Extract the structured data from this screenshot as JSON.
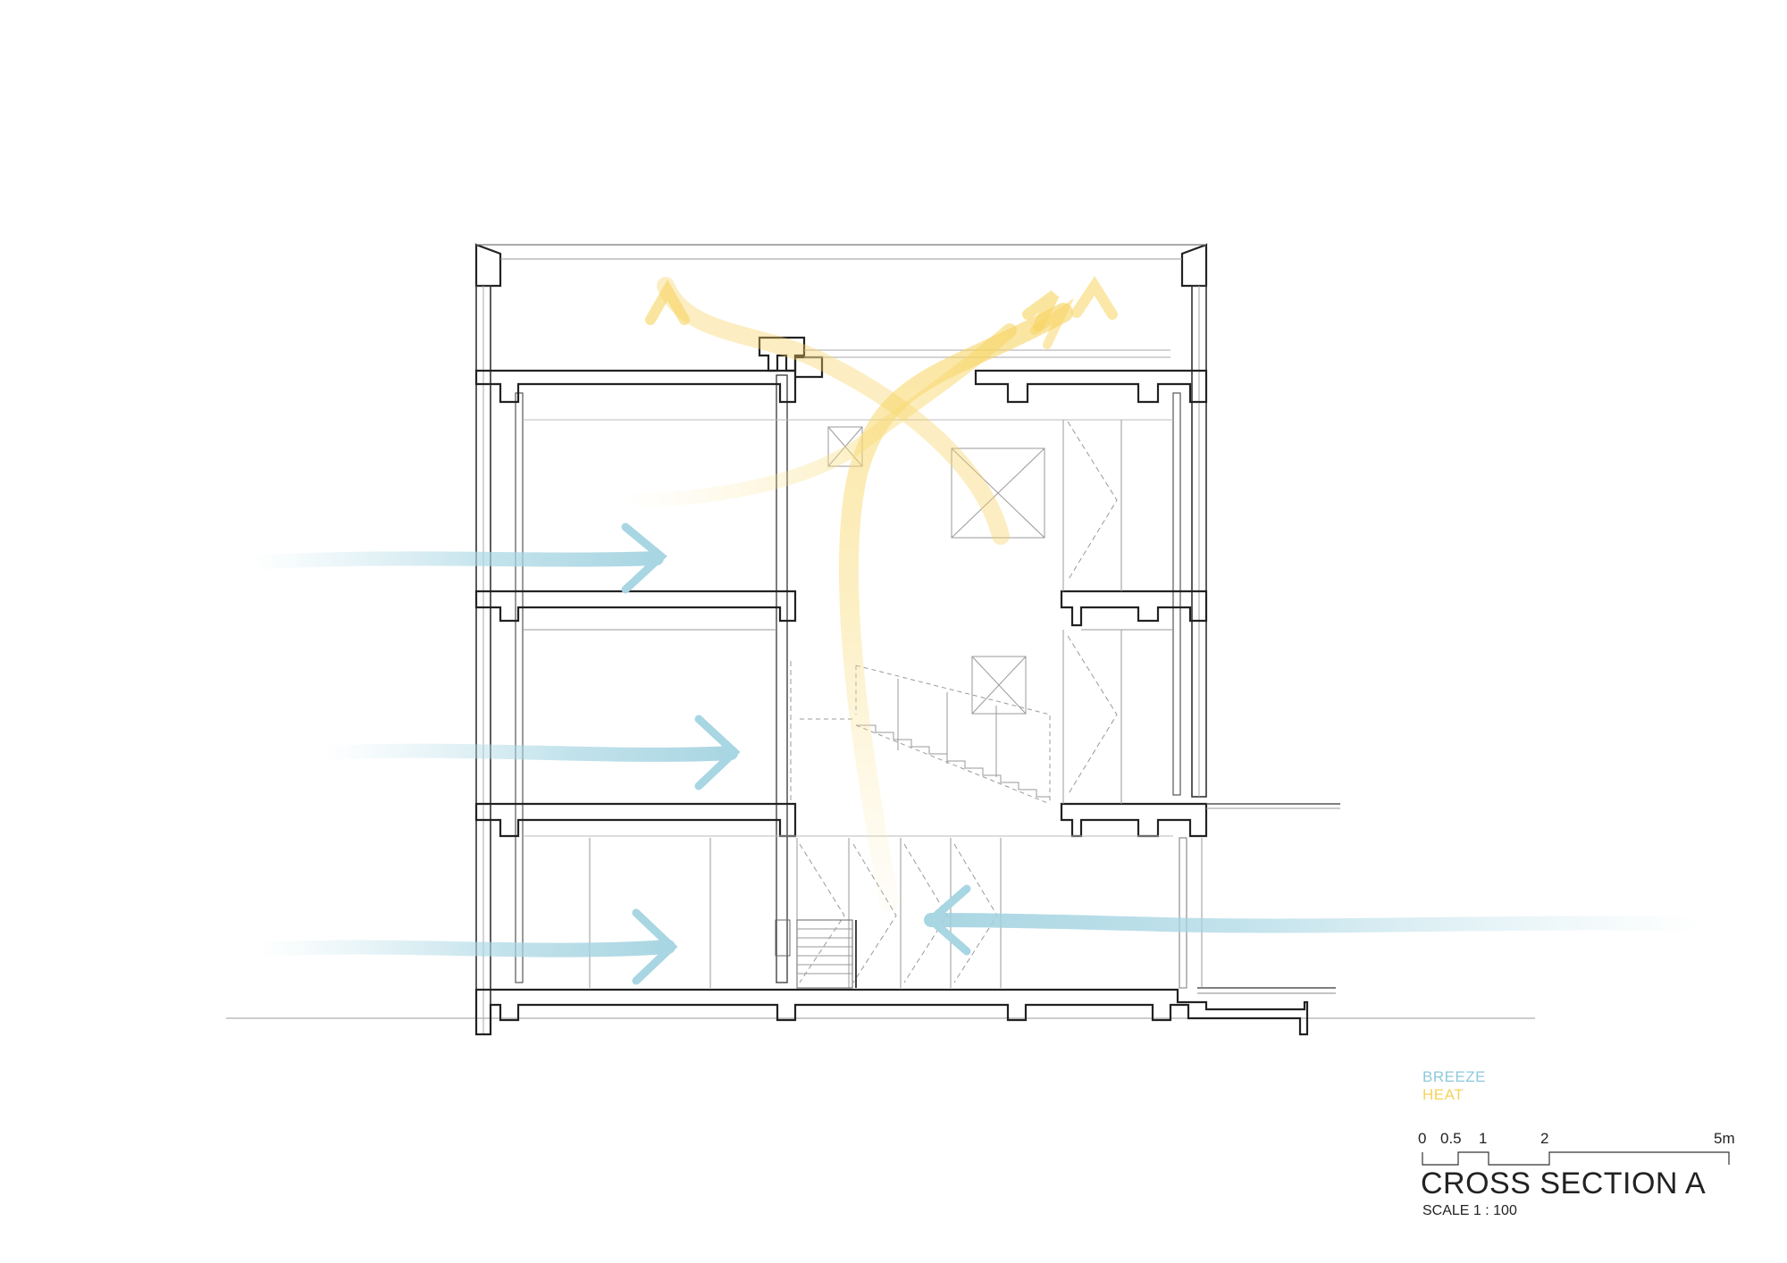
{
  "legend": {
    "breeze": "BREEZE",
    "heat": "HEAT"
  },
  "title": "CROSS SECTION A",
  "scale": "SCALE 1 : 100",
  "scale_ticks": [
    "0",
    "0.5",
    "1",
    "2",
    "5m"
  ],
  "colors": {
    "breeze": "#8ec9dc",
    "heat": "#f6d35a",
    "line": "#222222",
    "thin": "#9a9a9a"
  }
}
